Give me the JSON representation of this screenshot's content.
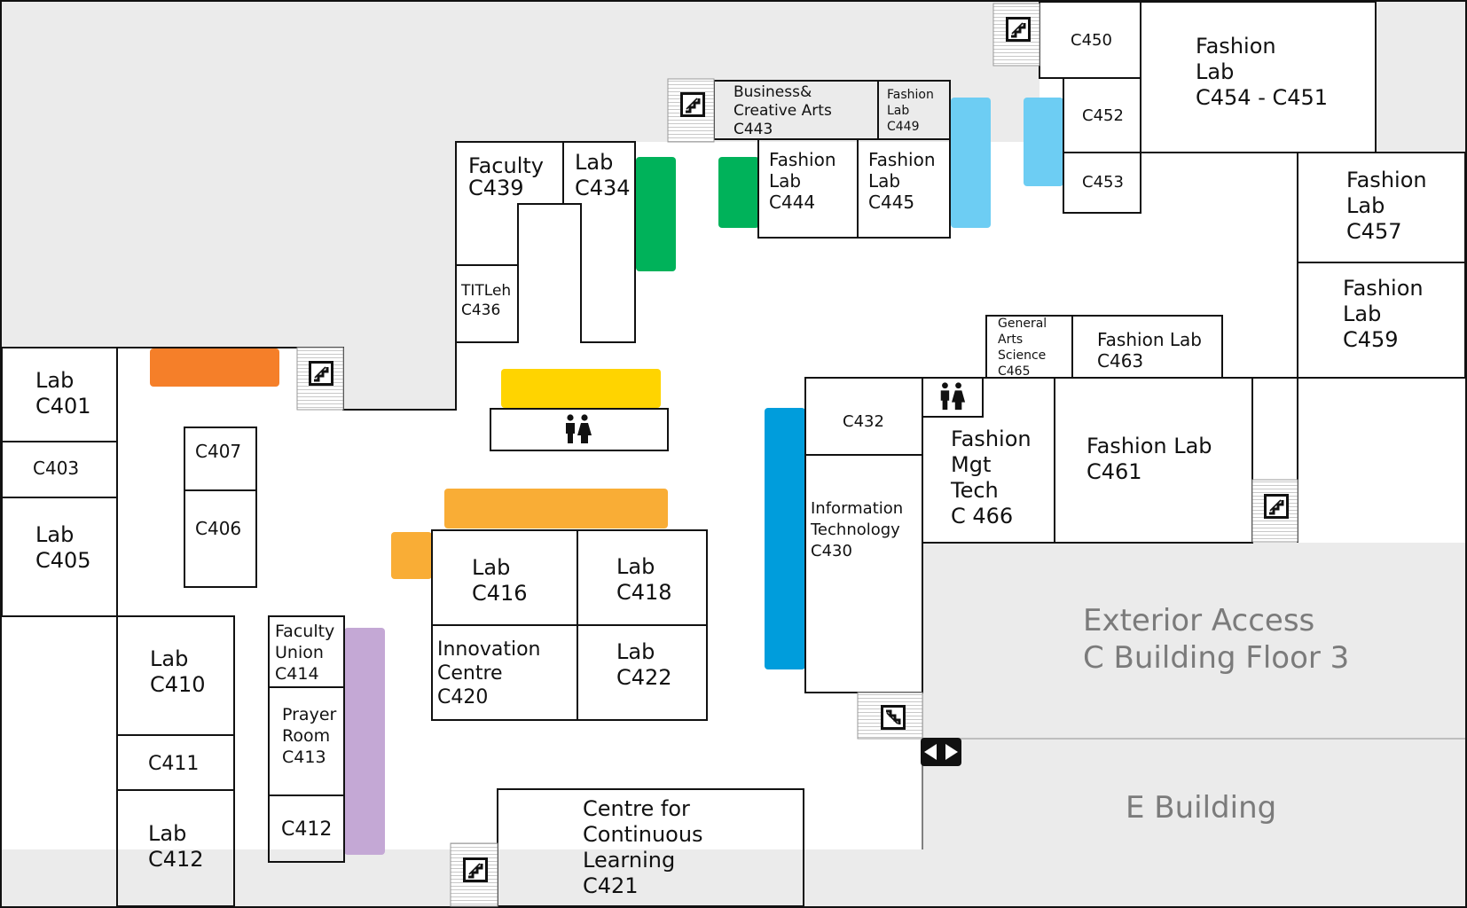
{
  "colors": {
    "background": "#ebebeb",
    "floor": "#ffffff",
    "wall": "#111111",
    "exterior_text": "#7b7b7b",
    "orange": "#f57f29",
    "yellow": "#ffd400",
    "light_orange": "#f9ad36",
    "green": "#00b25a",
    "light_blue": "#6dcdf3",
    "blue": "#009ddc",
    "purple": "#c4a8d5"
  },
  "icons": {
    "stairs": "stairs-icon",
    "restroom": "restroom-icon",
    "connector": "left-right-arrows-icon"
  },
  "rooms": {
    "c401": [
      "Lab",
      "C401"
    ],
    "c403": [
      "C403"
    ],
    "c405": [
      "Lab",
      "C405"
    ],
    "c407": [
      "C407"
    ],
    "c406": [
      "C406"
    ],
    "c410": [
      "Lab",
      "C410"
    ],
    "c411": [
      "C411"
    ],
    "c412_lab": [
      "Lab",
      "C412"
    ],
    "c414": [
      "Faculty",
      "Union",
      "C414"
    ],
    "c413": [
      "Prayer",
      "Room",
      "C413"
    ],
    "c412": [
      "C412"
    ],
    "c416": [
      "Lab",
      "C416"
    ],
    "c418": [
      "Lab",
      "C418"
    ],
    "c420": [
      "Innovation",
      "Centre",
      "C420"
    ],
    "c422": [
      "Lab",
      "C422"
    ],
    "c421": [
      "Centre for",
      "Continuous",
      "Learning",
      "C421"
    ],
    "c439": [
      "Faculty",
      "C439"
    ],
    "c434": [
      "Lab",
      "C434"
    ],
    "c436": [
      "TITLeh",
      "C436"
    ],
    "c443": [
      "Business&",
      "Creative Arts",
      "C443"
    ],
    "c449": [
      "Fashion",
      "Lab",
      "C449"
    ],
    "c444": [
      "Fashion",
      "Lab",
      "C444"
    ],
    "c445": [
      "Fashion",
      "Lab",
      "C445"
    ],
    "c450": [
      "C450"
    ],
    "c452": [
      "C452"
    ],
    "c453": [
      "C453"
    ],
    "c454": [
      "Fashion",
      "Lab",
      "C454 - C451"
    ],
    "c457": [
      "Fashion",
      "Lab",
      "C457"
    ],
    "c459": [
      "Fashion",
      "Lab",
      "C459"
    ],
    "c465": [
      "General",
      "Arts",
      "Science",
      "C465"
    ],
    "c463": [
      "Fashion Lab",
      "C463"
    ],
    "c432": [
      "C432"
    ],
    "c430": [
      "Information",
      "Technology",
      "C430"
    ],
    "c466": [
      "Fashion",
      "Mgt",
      "Tech",
      "C 466"
    ],
    "c461": [
      "Fashion Lab",
      "C461"
    ]
  },
  "exterior": {
    "c_building": [
      "Exterior Access",
      "C Building Floor 3"
    ],
    "e_building": "E Building"
  }
}
